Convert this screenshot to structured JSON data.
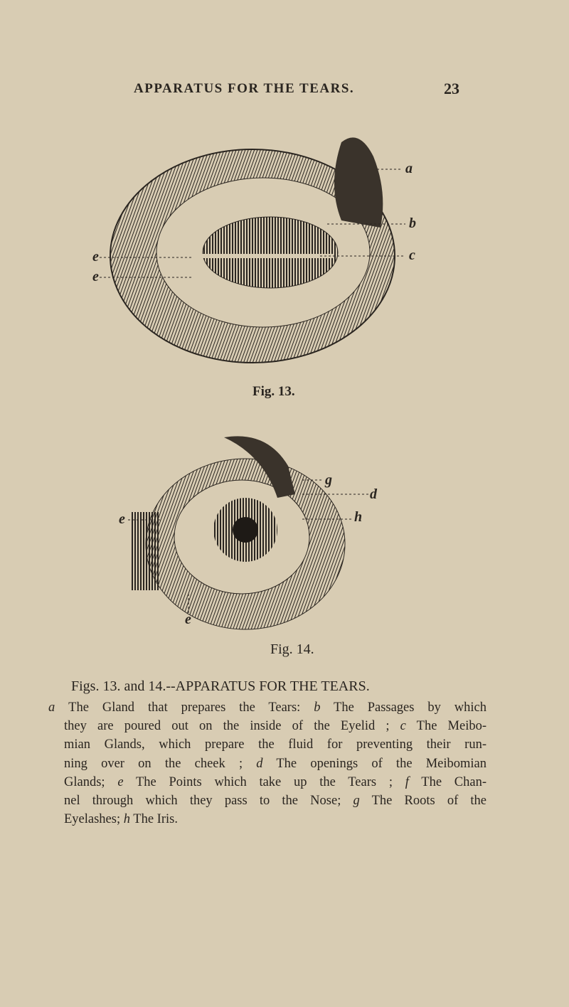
{
  "header": {
    "running_title": "APPARATUS FOR THE TEARS.",
    "page_number": "23"
  },
  "figure13": {
    "caption": "Fig. 13.",
    "labels": {
      "a": "a",
      "b": "b",
      "c": "c",
      "e1": "e",
      "e2": "e"
    }
  },
  "figure14": {
    "caption": "Fig. 14.",
    "labels": {
      "g": "g",
      "d": "d",
      "h": "h",
      "e1": "e",
      "e2": "e"
    }
  },
  "legend": {
    "title": "Figs. 13. and 14.--APPARATUS FOR THE TEARS.",
    "lines": [
      [
        {
          "t": "a ",
          "i": true
        },
        {
          "t": "The Gland that prepares the Tears: "
        },
        {
          "t": "b",
          "i": true
        },
        {
          "t": " The Passages by which"
        }
      ],
      [
        {
          "t": "they are poured out on the inside of the Eyelid ; "
        },
        {
          "t": "c",
          "i": true
        },
        {
          "t": " The Meibo-"
        }
      ],
      [
        {
          "t": "mian Glands, which prepare the fluid for preventing their run-"
        }
      ],
      [
        {
          "t": "ning over on the cheek ; "
        },
        {
          "t": "d",
          "i": true
        },
        {
          "t": " The openings of the Meibomian"
        }
      ],
      [
        {
          "t": "Glands; "
        },
        {
          "t": "e",
          "i": true
        },
        {
          "t": " The Points which take up the Tears ; "
        },
        {
          "t": "f",
          "i": true
        },
        {
          "t": " The Chan-"
        }
      ],
      [
        {
          "t": "nel through which they pass to the Nose; "
        },
        {
          "t": "g",
          "i": true
        },
        {
          "t": " The Roots of the"
        }
      ],
      [
        {
          "t": "Eyelashes; "
        },
        {
          "t": "h",
          "i": true
        },
        {
          "t": " The Iris."
        }
      ]
    ]
  }
}
